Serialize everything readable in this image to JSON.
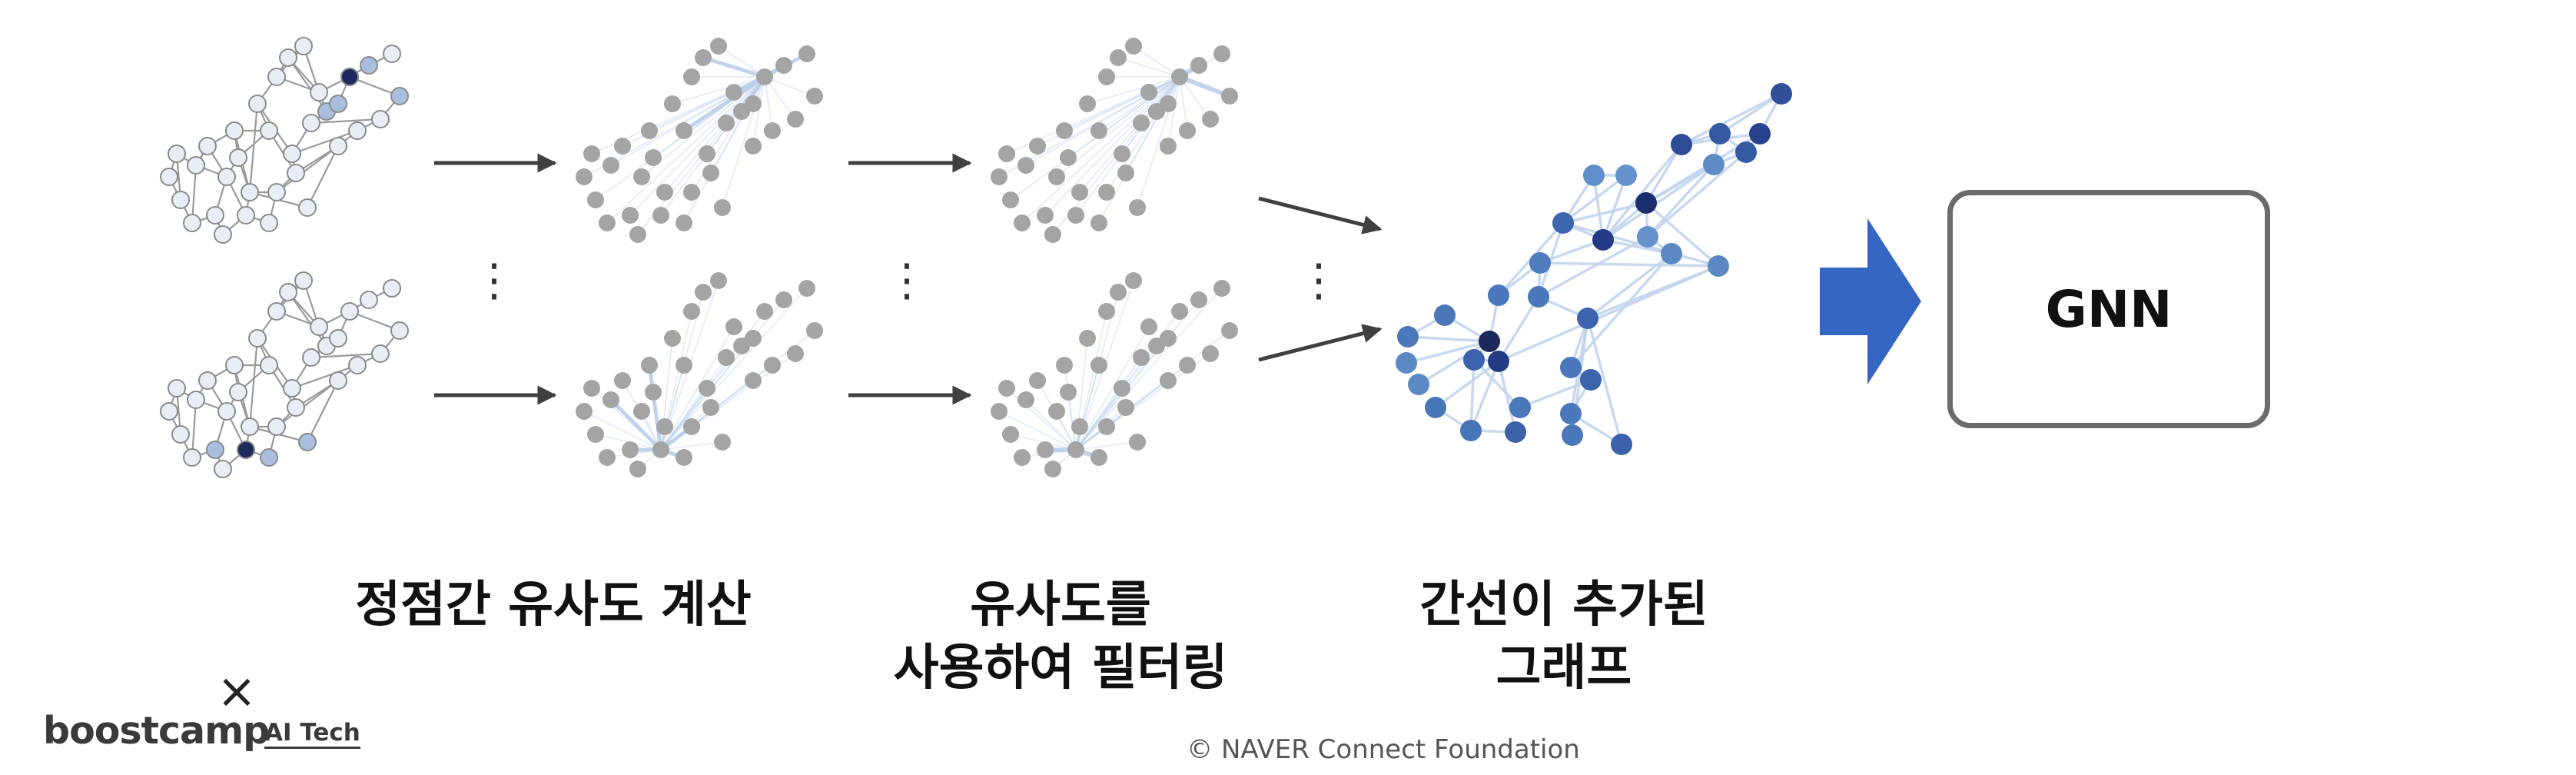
{
  "captions": {
    "compute_similarity": "정점간 유사도 계산",
    "filter_by_similarity": "유사도를\n사용하여 필터링",
    "edge_augmented_graph": "간선이 추가된\n그래프"
  },
  "model_box": {
    "label": "GNN"
  },
  "ellipsis": "⋮",
  "logo": {
    "cross": "×",
    "name": "boostcamp",
    "sub": "AI Tech"
  },
  "footer": "©  NAVER Connect Foundation",
  "colors": {
    "arrow": "#404040",
    "big_arrow": "#3566c2",
    "input_node_fill": "#e9eef6",
    "input_node_stroke": "#8a8a8a",
    "highlight_dark": "#1d2a5e",
    "highlight_light": "#a8bedc",
    "gray_node": "#a4a4a4",
    "similarity_edge": "#bcd0ec",
    "result_node": "#4a76b8",
    "result_edge": "#c3d4ee"
  }
}
